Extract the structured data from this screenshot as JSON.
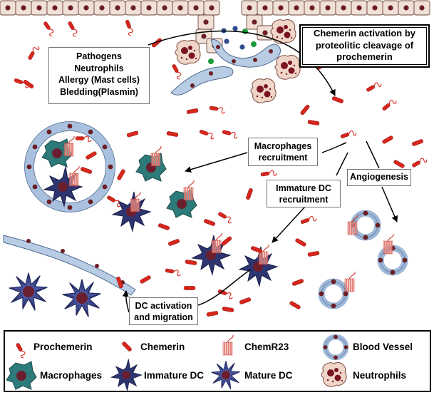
{
  "labels": {
    "trigger_lines": [
      "Pathogens",
      "Neutrophils",
      "Allergy (Mast cells)",
      "Bledding(Plasmin)"
    ],
    "activation_lines": [
      "Chemerin activation by",
      "proteolitic cleavage of",
      "prochemerin"
    ],
    "macrophage_recruit_lines": [
      "Macrophages",
      "recruitment"
    ],
    "immature_dc_recruit_lines": [
      "Immature DC",
      "recruitment"
    ],
    "angiogenesis": "Angiogenesis",
    "dc_migration_lines": [
      "DC activation",
      "and migration"
    ]
  },
  "legend": {
    "prochemerin": "Prochemerin",
    "chemerin": "Chemerin",
    "chemr23": "ChemR23",
    "blood_vessel": "Blood Vessel",
    "macrophages": "Macrophages",
    "immature_dc": "Immature DC",
    "mature_dc": "Mature DC",
    "neutrophils": "Neutrophils"
  },
  "colors": {
    "chemerin_red": "#d8261c",
    "cell_tan": "#f0e0d6",
    "cell_nucleus": "#6b1f24",
    "vessel_blue": "#b8cde4",
    "macrophage_teal": "#2d7a7a",
    "immature_dc_navy": "#2e3570",
    "mature_dc_blue": "#3d4a8c"
  }
}
